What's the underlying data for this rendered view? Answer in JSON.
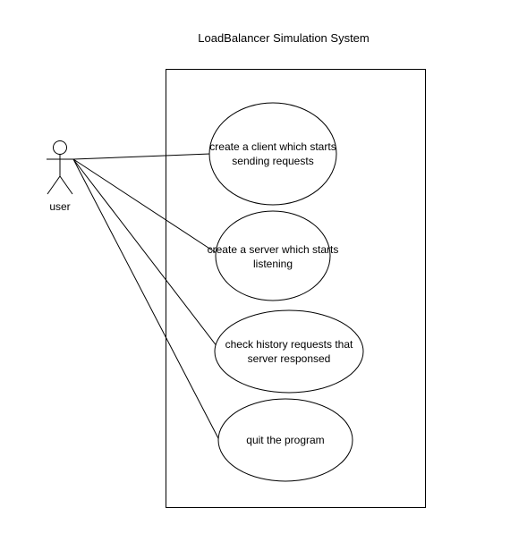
{
  "diagram": {
    "title": "LoadBalancer Simulation System",
    "actor": {
      "label": "user",
      "icon": "stick-figure-icon"
    },
    "use_cases": [
      {
        "id": "uc1",
        "lines": [
          "create a client which starts",
          "sending requests"
        ]
      },
      {
        "id": "uc2",
        "lines": [
          "create a server which starts",
          "listening"
        ]
      },
      {
        "id": "uc3",
        "lines": [
          "check history requests that",
          "server responsed"
        ]
      },
      {
        "id": "uc4",
        "lines": [
          "quit the program"
        ]
      }
    ]
  }
}
